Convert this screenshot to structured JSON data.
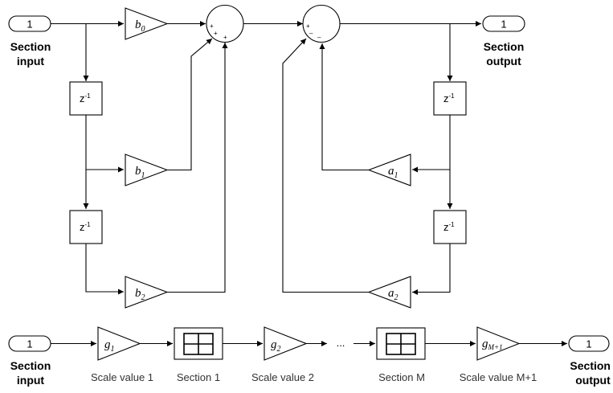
{
  "top": {
    "input": {
      "port": "1",
      "label_line1": "Section",
      "label_line2": "input"
    },
    "output": {
      "port": "1",
      "label_line1": "Section",
      "label_line2": "output"
    },
    "delay_label": "z",
    "delay_exp": "-1",
    "gains": {
      "b0": {
        "base": "b",
        "sub": "0"
      },
      "b1": {
        "base": "b",
        "sub": "1"
      },
      "b2": {
        "base": "b",
        "sub": "2"
      },
      "a1": {
        "base": "a",
        "sub": "1"
      },
      "a2": {
        "base": "a",
        "sub": "2"
      }
    },
    "sum1_signs": [
      "+",
      "+",
      "+"
    ],
    "sum2_signs": [
      "+",
      "–",
      "–"
    ]
  },
  "bottom": {
    "input": {
      "port": "1",
      "label_line1": "Section",
      "label_line2": "input"
    },
    "output": {
      "port": "1",
      "label_line1": "Section",
      "label_line2": "output"
    },
    "gains": {
      "g1": {
        "base": "g",
        "sub": "1"
      },
      "g2": {
        "base": "g",
        "sub": "2"
      },
      "gM": {
        "base": "g",
        "sub": "M+1"
      }
    },
    "ellipsis": "...",
    "captions": {
      "scale1": "Scale value 1",
      "section1": "Section 1",
      "scale2": "Scale value 2",
      "sectionM": "Section M",
      "scaleM": "Scale value M+1"
    }
  }
}
